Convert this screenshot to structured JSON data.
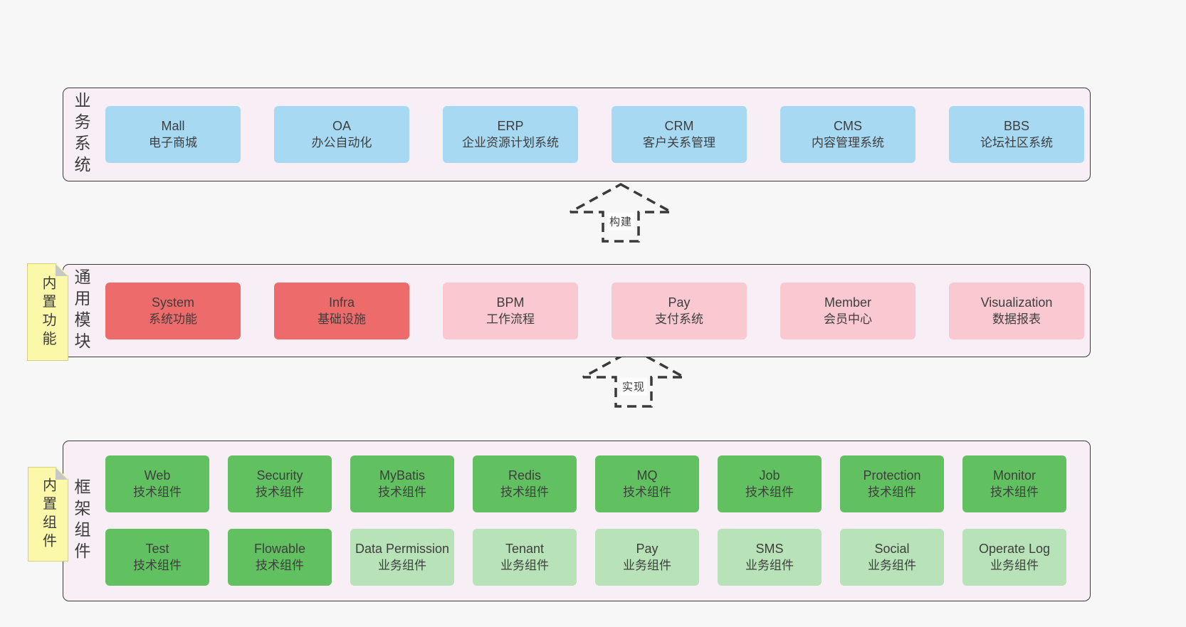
{
  "bands": [
    {
      "key": "business",
      "label": "业务系统",
      "boxes": [
        {
          "name": "Mall",
          "desc": "电子商城",
          "variant": "blue"
        },
        {
          "name": "OA",
          "desc": "办公自动化",
          "variant": "blue"
        },
        {
          "name": "ERP",
          "desc": "企业资源计划系统",
          "variant": "blue"
        },
        {
          "name": "CRM",
          "desc": "客户关系管理",
          "variant": "blue"
        },
        {
          "name": "CMS",
          "desc": "内容管理系统",
          "variant": "blue"
        },
        {
          "name": "BBS",
          "desc": "论坛社区系统",
          "variant": "blue"
        }
      ]
    },
    {
      "key": "modules",
      "label": "通用模块",
      "note": "内置功能",
      "boxes": [
        {
          "name": "System",
          "desc": "系统功能",
          "variant": "red"
        },
        {
          "name": "Infra",
          "desc": "基础设施",
          "variant": "red"
        },
        {
          "name": "BPM",
          "desc": "工作流程",
          "variant": "pink"
        },
        {
          "name": "Pay",
          "desc": "支付系统",
          "variant": "pink"
        },
        {
          "name": "Member",
          "desc": "会员中心",
          "variant": "pink"
        },
        {
          "name": "Visualization",
          "desc": "数据报表",
          "variant": "pink"
        }
      ]
    },
    {
      "key": "framework",
      "label": "框架组件",
      "note": "内置组件",
      "rows": [
        [
          {
            "name": "Web",
            "desc": "技术组件",
            "variant": "green"
          },
          {
            "name": "Security",
            "desc": "技术组件",
            "variant": "green"
          },
          {
            "name": "MyBatis",
            "desc": "技术组件",
            "variant": "green"
          },
          {
            "name": "Redis",
            "desc": "技术组件",
            "variant": "green"
          },
          {
            "name": "MQ",
            "desc": "技术组件",
            "variant": "green"
          },
          {
            "name": "Job",
            "desc": "技术组件",
            "variant": "green"
          },
          {
            "name": "Protection",
            "desc": "技术组件",
            "variant": "green"
          },
          {
            "name": "Monitor",
            "desc": "技术组件",
            "variant": "green"
          }
        ],
        [
          {
            "name": "Test",
            "desc": "技术组件",
            "variant": "green"
          },
          {
            "name": "Flowable",
            "desc": "技术组件",
            "variant": "green"
          },
          {
            "name": "Data Permission",
            "desc": "业务组件",
            "variant": "greenlight"
          },
          {
            "name": "Tenant",
            "desc": "业务组件",
            "variant": "greenlight"
          },
          {
            "name": "Pay",
            "desc": "业务组件",
            "variant": "greenlight"
          },
          {
            "name": "SMS",
            "desc": "业务组件",
            "variant": "greenlight"
          },
          {
            "name": "Social",
            "desc": "业务组件",
            "variant": "greenlight"
          },
          {
            "name": "Operate Log",
            "desc": "业务组件",
            "variant": "greenlight"
          }
        ]
      ]
    }
  ],
  "arrows": [
    {
      "label": "构建"
    },
    {
      "label": "实现"
    }
  ],
  "colors": {
    "business_box": "#a8d9f3",
    "module_core_box": "#ee6b6b",
    "module_optional_box": "#fac8d0",
    "tech_component_box": "#61c161",
    "biz_component_box": "#b8e2b8",
    "band_background": "#f8eef5",
    "note_background": "#fbf9a9",
    "outline": "#3a3a3a"
  }
}
